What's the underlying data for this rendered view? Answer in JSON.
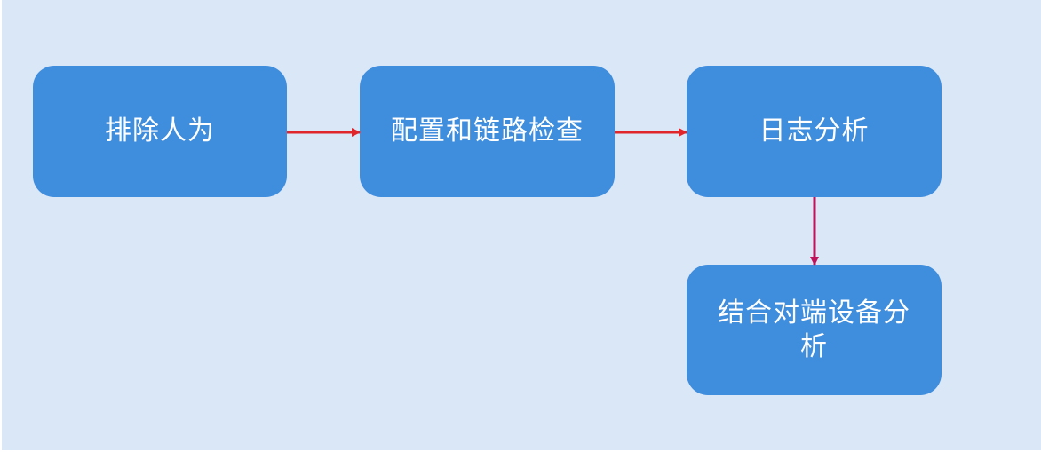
{
  "nodes": {
    "n1": {
      "label": "排除人为"
    },
    "n2": {
      "label": "配置和链路检查"
    },
    "n3": {
      "label": "日志分析"
    },
    "n4": {
      "label": "结合对端设备分析"
    }
  },
  "edges": [
    {
      "from": "n1",
      "to": "n2",
      "color": "#e0252b"
    },
    {
      "from": "n2",
      "to": "n3",
      "color": "#e0252b"
    },
    {
      "from": "n3",
      "to": "n4",
      "color": "#c0125a"
    }
  ],
  "colors": {
    "background": "#d9e7f7",
    "node_fill": "#3f8ddd",
    "node_text": "#ffffff"
  }
}
